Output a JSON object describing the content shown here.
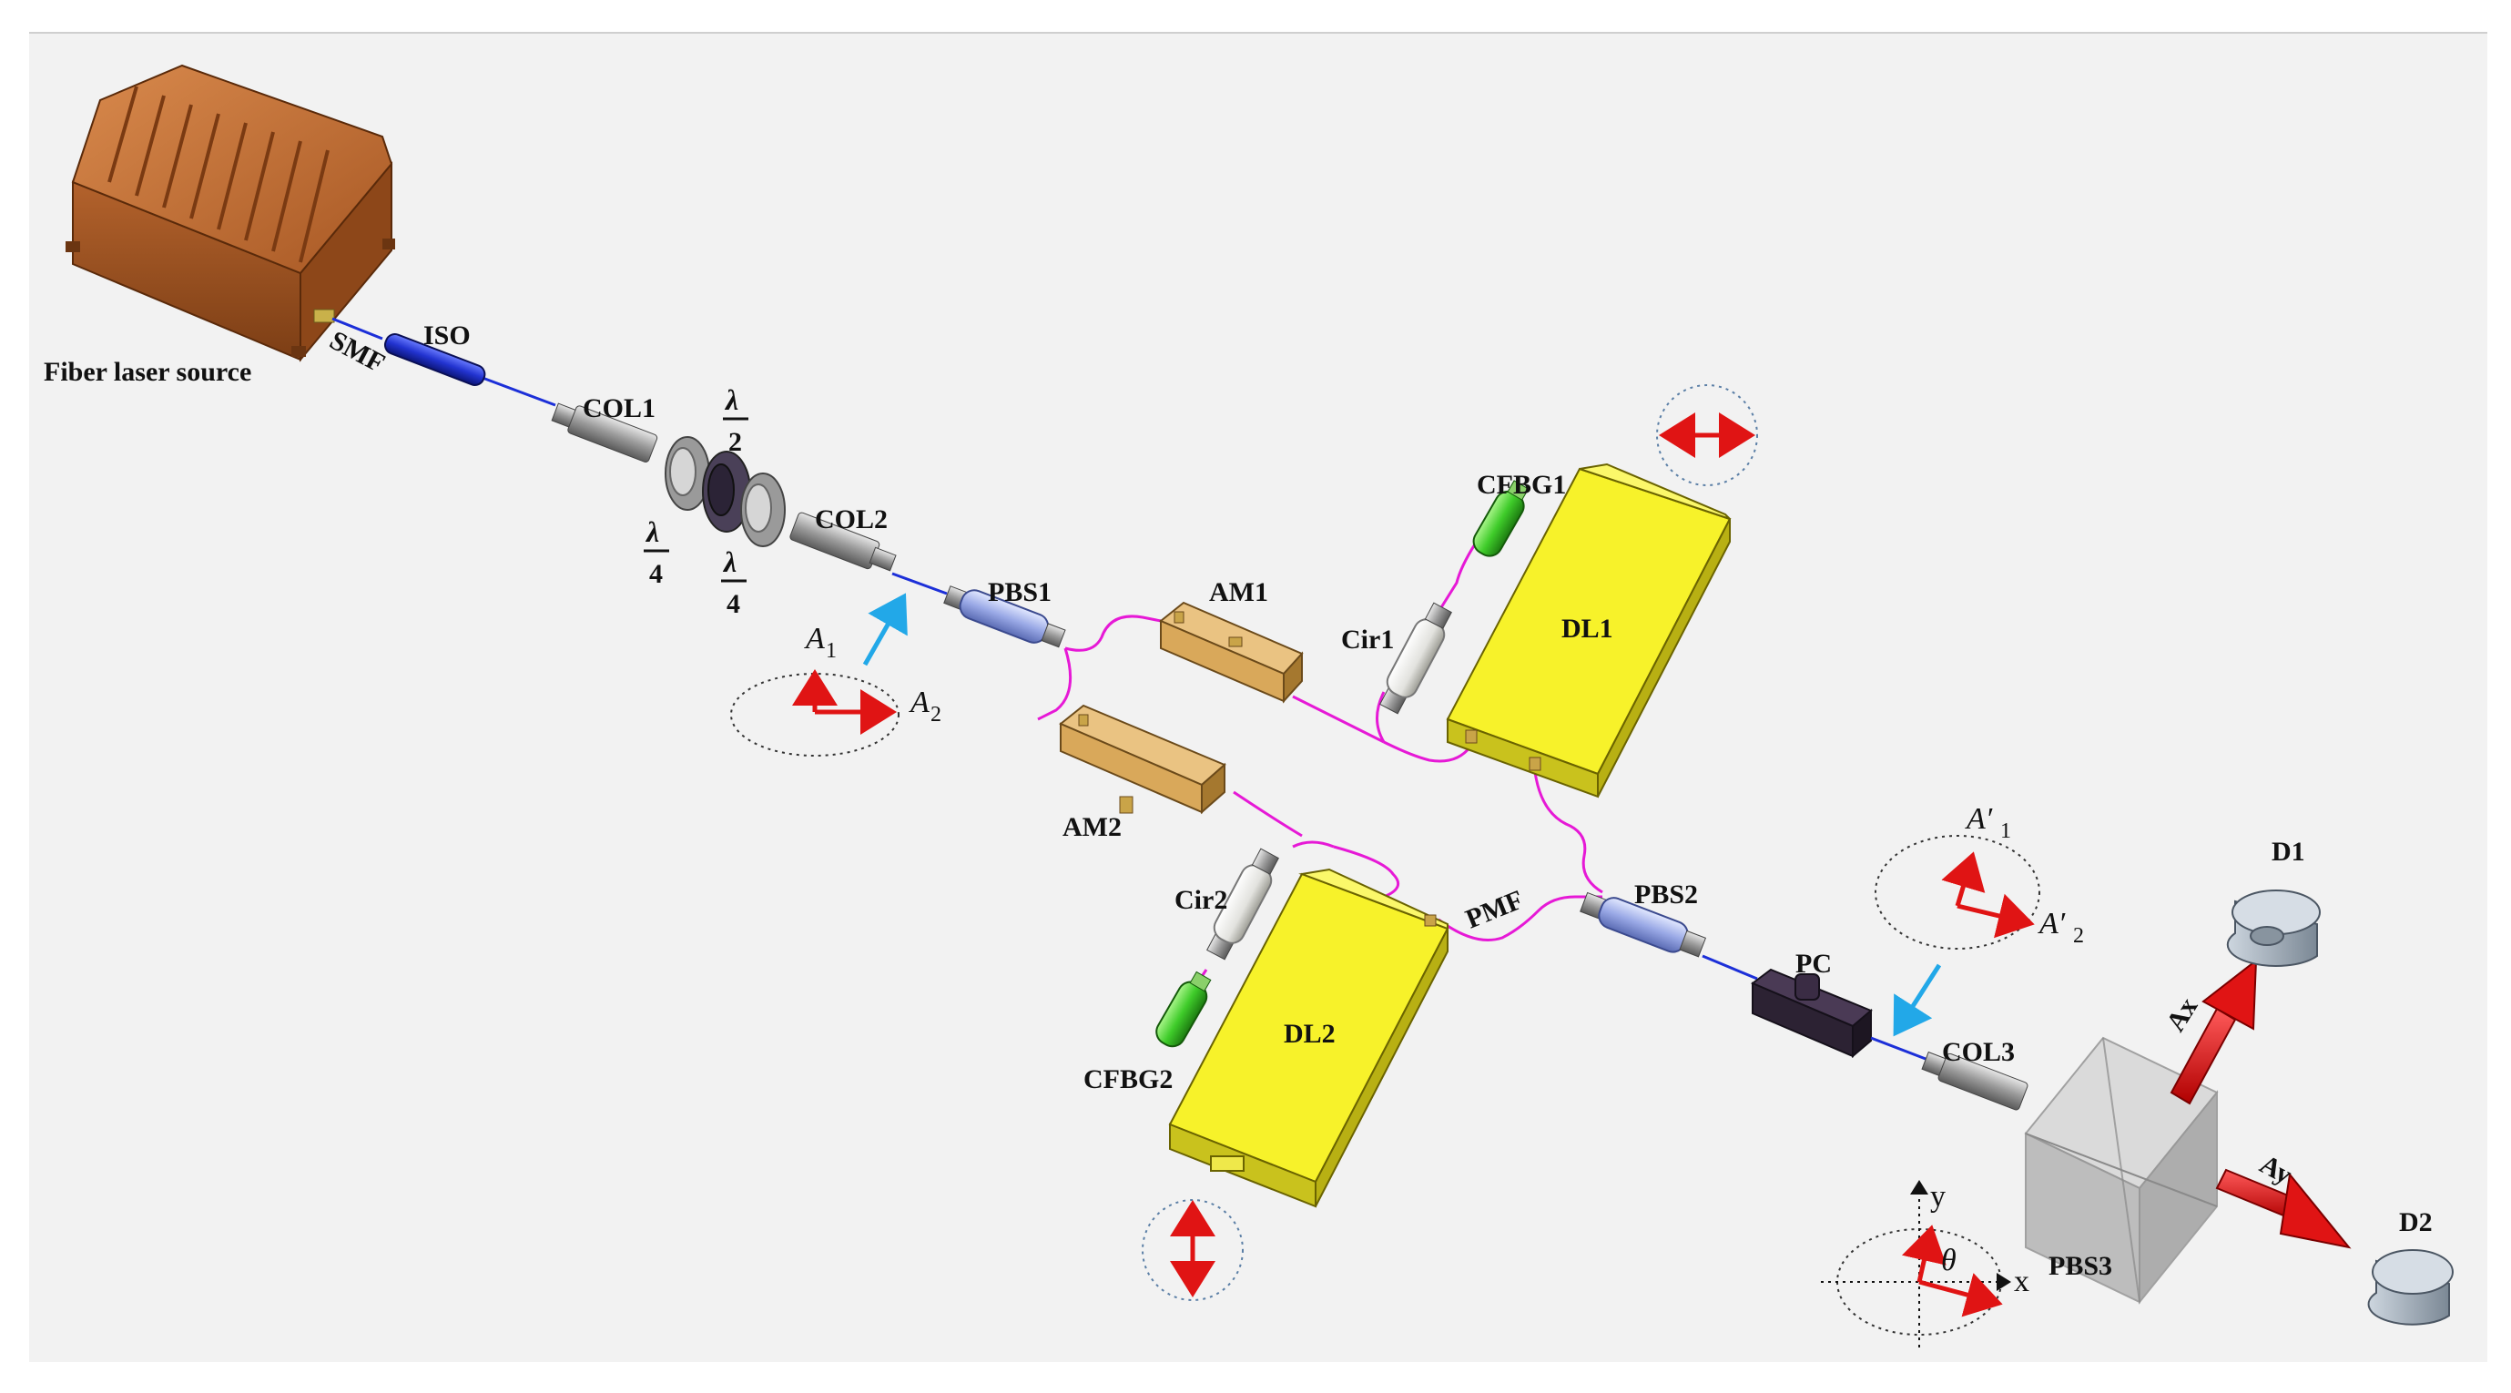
{
  "labels": {
    "fiber_laser_source": "Fiber laser source",
    "smf": "SMF",
    "iso": "ISO",
    "col1": "COL1",
    "col2": "COL2",
    "col3": "COL3",
    "half_wave": {
      "symbol": "λ",
      "denominator": "2"
    },
    "quarter_wave_1": {
      "symbol": "λ",
      "denominator": "4"
    },
    "quarter_wave_2": {
      "symbol": "λ",
      "denominator": "4"
    },
    "pbs1": "PBS1",
    "pbs2": "PBS2",
    "pbs3": "PBS3",
    "am1": "AM1",
    "am2": "AM2",
    "cir1": "Cir1",
    "cir2": "Cir2",
    "cfbg1": "CFBG1",
    "cfbg2": "CFBG2",
    "dl1": "DL1",
    "dl2": "DL2",
    "pmf": "PMF",
    "pc": "PC",
    "d1": "D1",
    "d2": "D2",
    "a1": {
      "main": "A",
      "sub": "1"
    },
    "a2": {
      "main": "A",
      "sub": "2"
    },
    "a1_prime": {
      "main": "A′",
      "sub": "1"
    },
    "a2_prime": {
      "main": "A′",
      "sub": "2"
    },
    "ax": "Ax",
    "ay": "Ay",
    "axis_x": "x",
    "axis_y": "y",
    "theta": "θ"
  },
  "colors": {
    "laser_body": "#b5642b",
    "delay_line": "#f7f22a",
    "pm_fiber": "#e619d6",
    "sm_fiber": "#1c2fd8",
    "polarization_arrow": "#e01414",
    "pointer_arrow": "#22a8e8",
    "cfbg": "#3fcc2a"
  }
}
